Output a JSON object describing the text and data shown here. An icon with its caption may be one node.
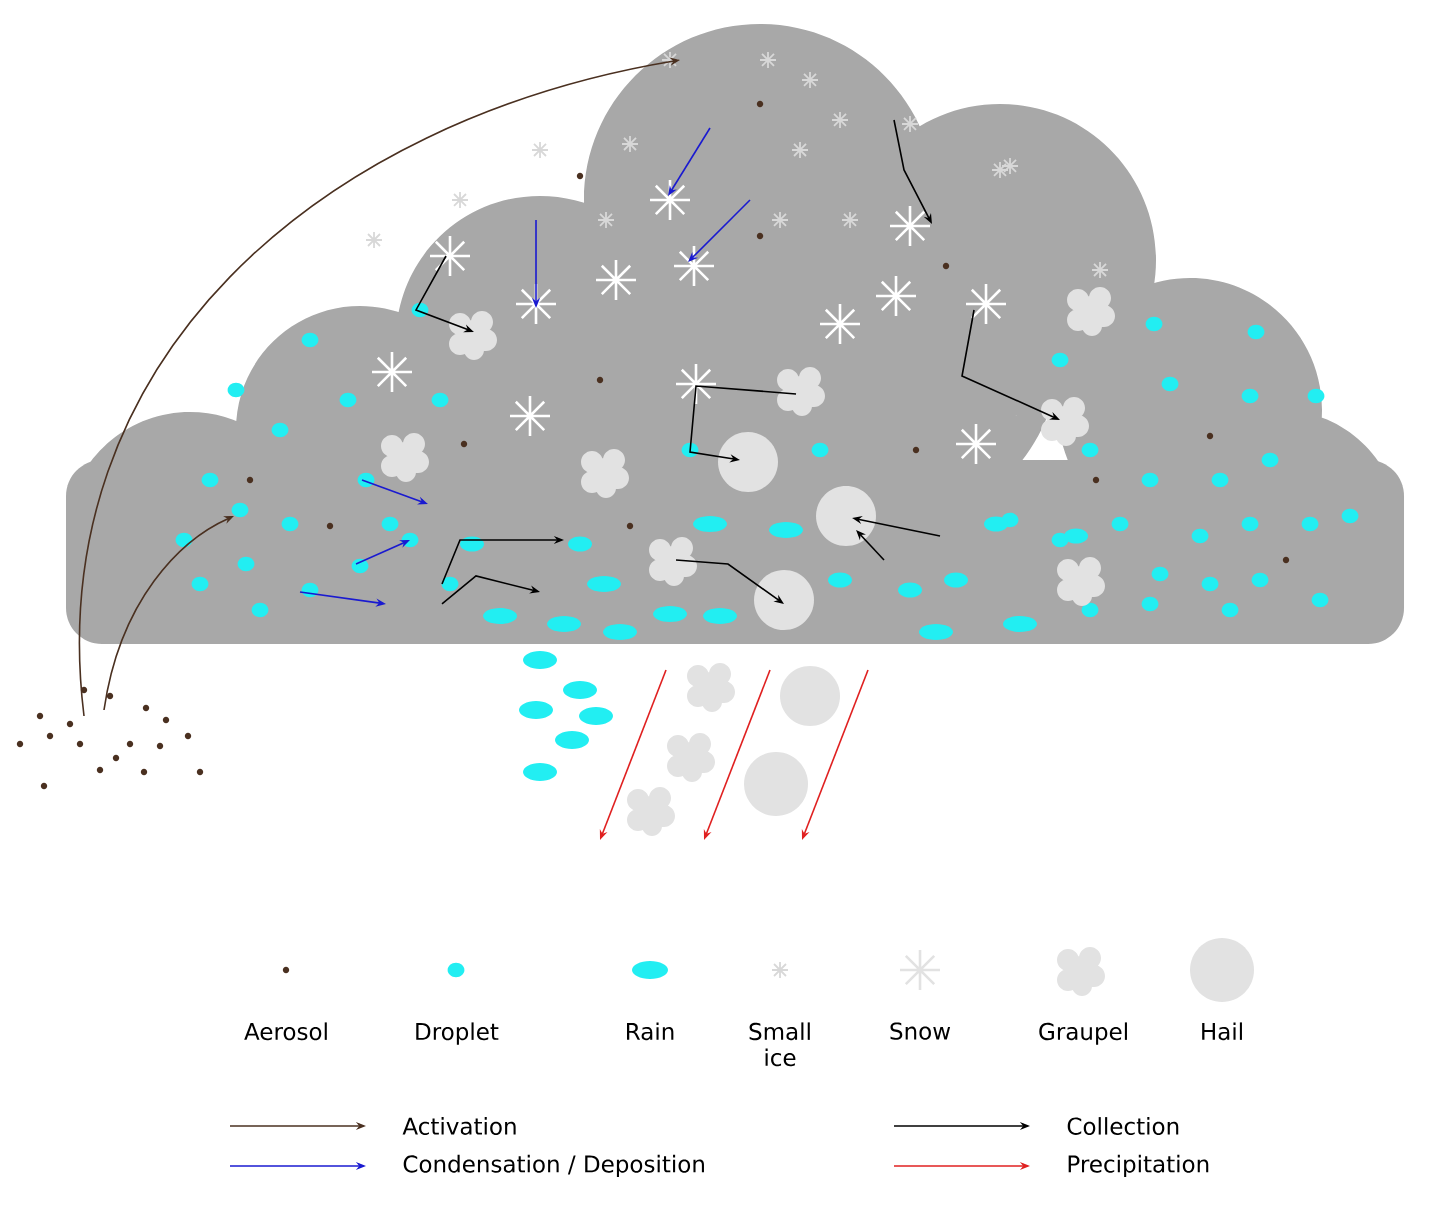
{
  "diagram": {
    "legend": [
      {
        "text": "Aerosol"
      },
      {
        "text": "Droplet"
      },
      {
        "text": "Rain"
      },
      {
        "text": "Small ice"
      },
      {
        "text": "Snow"
      },
      {
        "text": "Graupel"
      },
      {
        "text": "Hail"
      },
      {
        "text": "Activation"
      },
      {
        "text": "Condensation / Deposition"
      },
      {
        "text": "Collection"
      },
      {
        "text": "Precipitation"
      }
    ]
  }
}
